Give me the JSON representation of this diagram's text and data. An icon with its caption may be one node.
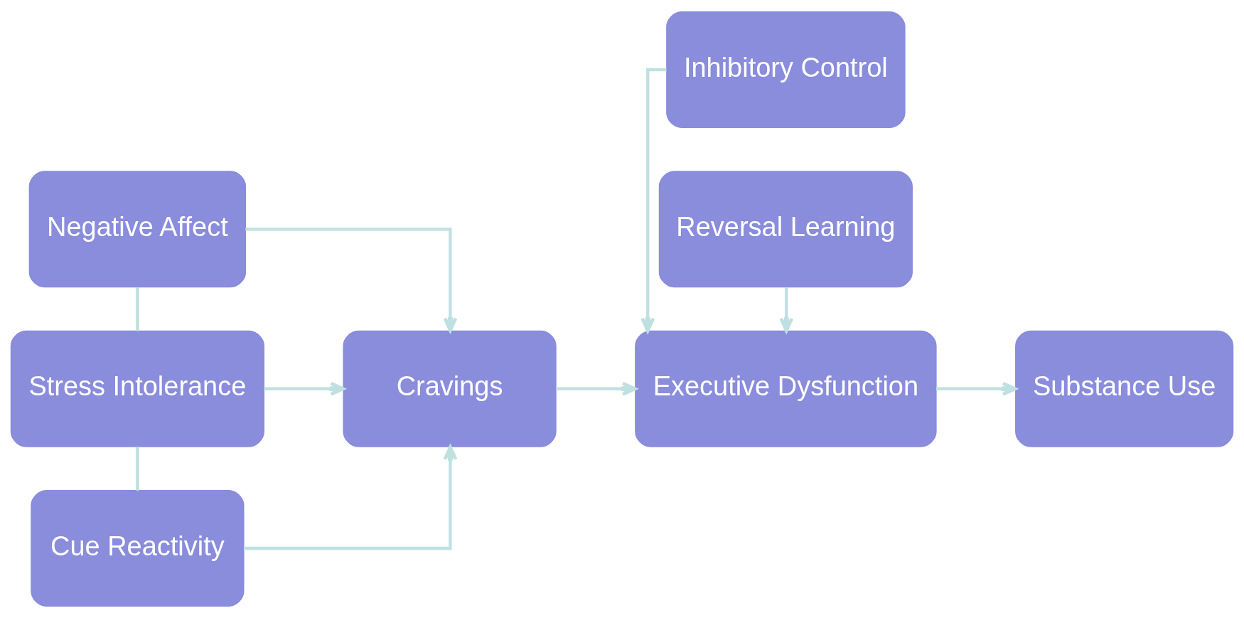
{
  "diagram": {
    "nodes": [
      {
        "text": [
          "Negative Affect"
        ]
      },
      {
        "text": [
          "Stress Intolerance"
        ]
      },
      {
        "text": [
          "Cue Reactivity"
        ]
      },
      {
        "text": [
          "Cravings"
        ]
      },
      {
        "text": [
          "Inhibitory Control"
        ]
      },
      {
        "text": [
          "Executive Dysfunction"
        ]
      },
      {
        "text": [
          "Reversal Learning"
        ]
      },
      {
        "text": [
          "Substance Use"
        ]
      }
    ],
    "edges": [
      {
        "from": 0,
        "to": 3,
        "arrow": "to"
      },
      {
        "from": 1,
        "to": 3,
        "arrow": "to"
      },
      {
        "from": 2,
        "to": 3,
        "arrow": "to"
      },
      {
        "from": 3,
        "to": 5,
        "arrow": "to"
      },
      {
        "from": 4,
        "to": 5,
        "arrow": "to"
      },
      {
        "from": 6,
        "to": 5,
        "arrow": "to"
      },
      {
        "from": 5,
        "to": 7,
        "arrow": "to"
      },
      {
        "from": 0,
        "to": 1,
        "arrow": "none"
      },
      {
        "from": 1,
        "to": 2,
        "arrow": "none"
      }
    ]
  }
}
